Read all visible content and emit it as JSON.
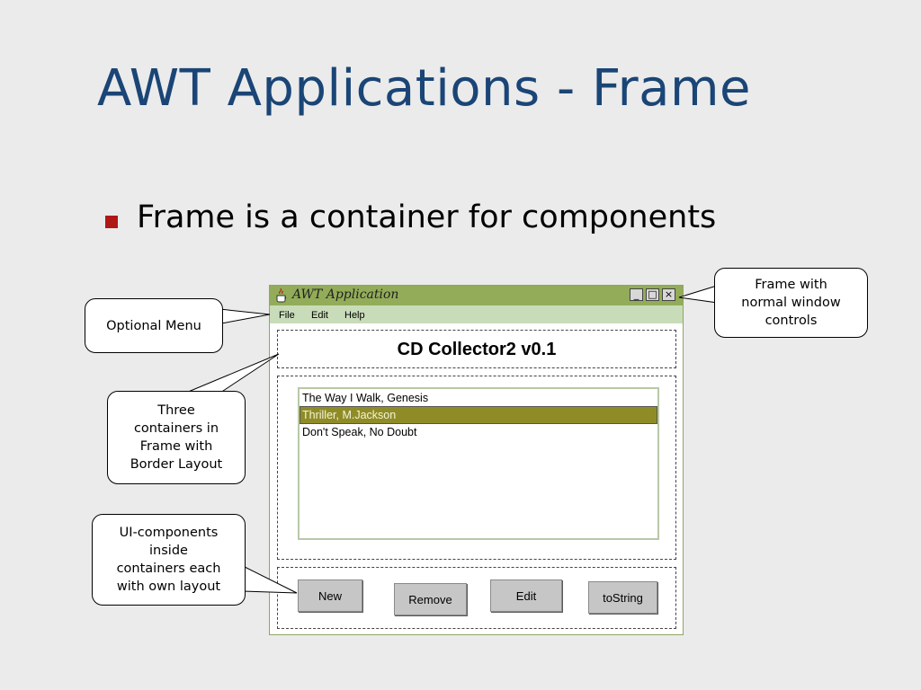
{
  "slide": {
    "title": "AWT Applications - Frame",
    "bullet": "Frame is a container for components"
  },
  "window": {
    "title": "AWT Application",
    "icon": "java-cup-icon",
    "controls": {
      "minimize": "_",
      "maximize": "□",
      "close": "×"
    }
  },
  "menu": {
    "items": [
      "File",
      "Edit",
      "Help"
    ]
  },
  "app": {
    "heading": "CD Collector2 v0.1",
    "list": {
      "items": [
        "The Way I Walk, Genesis",
        "Thriller, M.Jackson",
        "Don't Speak, No Doubt"
      ],
      "selected_index": 1
    },
    "buttons": [
      "New",
      "Remove",
      "Edit",
      "toString"
    ]
  },
  "callouts": {
    "menu": "Optional Menu",
    "controls": "Frame with\nnormal window\ncontrols",
    "containers": "Three\ncontainers in\nFrame with\nBorder Layout",
    "components": "UI-components\ninside\ncontainers each\nwith own layout"
  },
  "colors": {
    "title": "#1a4576",
    "bullet": "#b01818",
    "titlebar": "#93ac59",
    "menubar": "#c9dcb9",
    "selection": "#8f8c28",
    "background": "#ebebeb"
  }
}
